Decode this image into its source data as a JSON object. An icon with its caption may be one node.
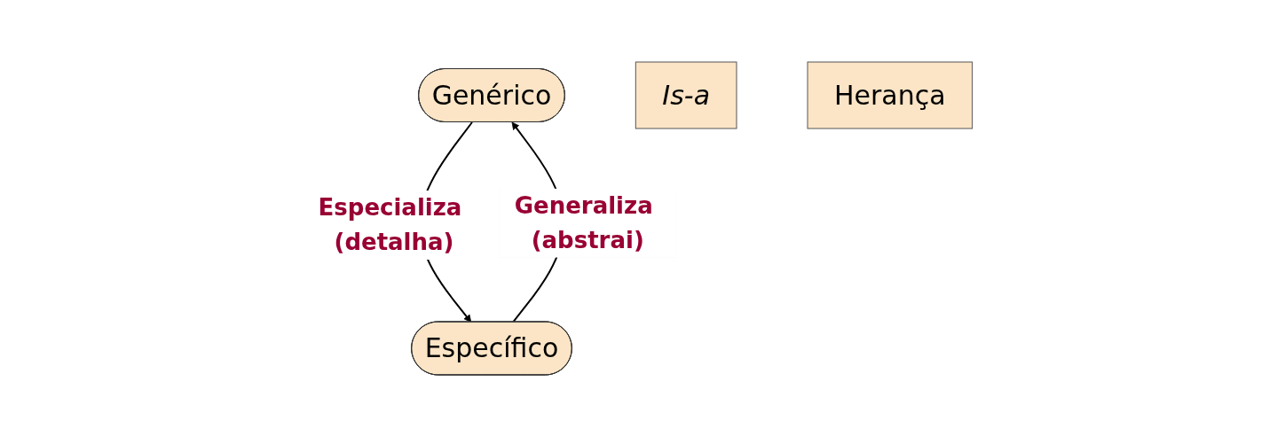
{
  "diagram": {
    "nodes": [
      {
        "text": [
          "Genérico"
        ]
      },
      {
        "text": [
          "Específico"
        ]
      },
      {
        "text": [
          "Is-a"
        ]
      },
      {
        "text": [
          "Herança"
        ]
      }
    ],
    "edges": [
      {
        "from": 0,
        "to": 1,
        "arrow": "to",
        "label": "Especializa (detalha)"
      },
      {
        "from": 1,
        "to": 0,
        "arrow": "to",
        "label": "Generaliza (abstrai)"
      }
    ]
  }
}
